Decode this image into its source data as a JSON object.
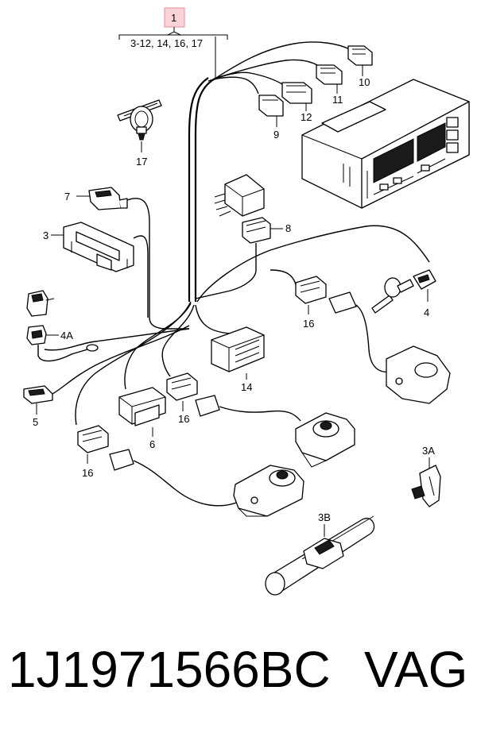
{
  "diagram": {
    "main_callout": "1",
    "main_callout_includes": "3-12, 14, 16, 17",
    "callouts": {
      "c3": "3",
      "c3a": "3A",
      "c3b": "3B",
      "c4": "4",
      "c4a": "4A",
      "c5": "5",
      "c6": "6",
      "c7": "7",
      "c8": "8",
      "c9": "9",
      "c10": "10",
      "c11": "11",
      "c12": "12",
      "c14": "14",
      "c16a": "16",
      "c16b": "16",
      "c16c": "16",
      "c17": "17"
    }
  },
  "footer": {
    "part_number": "1J1971566BC",
    "brand": "VAG"
  },
  "colors": {
    "ink": "#000000",
    "background": "#ffffff",
    "callout_highlight": "#f3a6b0"
  }
}
